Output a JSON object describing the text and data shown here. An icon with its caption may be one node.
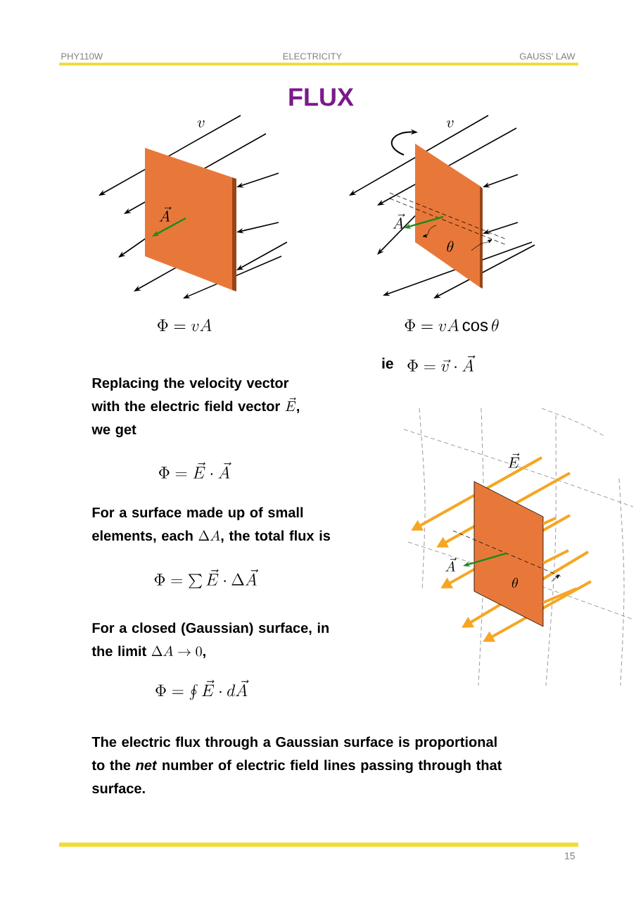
{
  "diagram": {
    "title": "FLUX",
    "labels": [
      "PHY110W",
      "ELECTRICITY",
      "GAUSS' LAW",
      "v",
      "v",
      "\\vec{A}",
      "\\vec{A}",
      "\\theta",
      "\\Phi = vA",
      "\\Phi = vA\\cos\\theta",
      "ie",
      "\\Phi = \\vec{v}\\cdot\\vec{A}",
      "Replacing the velocity vector with the electric field vector",
      "\\vec{E}",
      ", we get",
      "\\Phi = \\vec{E}\\cdot\\vec{A}",
      "\\vec{E}",
      "For a surface made up of small elements, each",
      "\\Delta A",
      ", the total flux is",
      "\\Phi = \\sum\\vec{E}\\cdot\\Delta\\vec{A}",
      "\\vec{A}",
      "\\theta",
      "For a closed (Gaussian) surface, in the limit",
      "\\Delta A\\to 0",
      ",",
      "\\Phi = \\oint\\vec{E}\\cdot d\\vec{A}",
      "The electric flux through a Gaussian surface is proportional to the *net* number of electric field lines passing through that surface.",
      "15"
    ]
  }
}
